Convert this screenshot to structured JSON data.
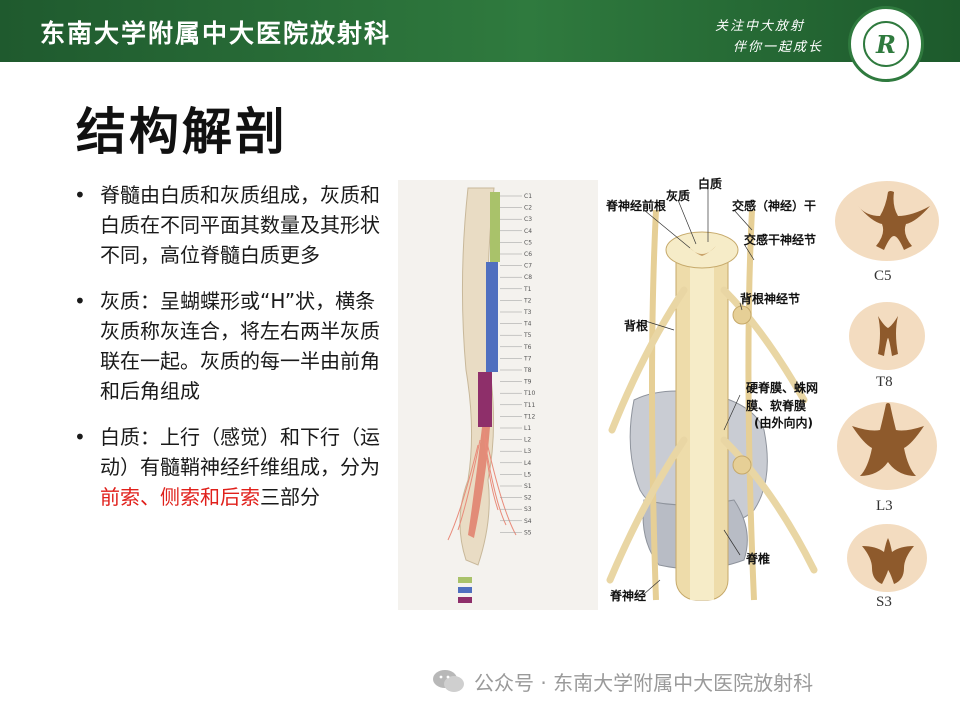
{
  "header": {
    "org_title": "东南大学附属中大医院放射科",
    "slogan_line1": "关注中大放射",
    "slogan_line2": "伴你一起成长",
    "logo_glyph": "R"
  },
  "slide": {
    "title": "结构解剖",
    "bullets": [
      {
        "dot": "•",
        "text": "脊髓由白质和灰质组成，灰质和白质在不同平面其数量及其形状不同，高位脊髓白质更多"
      },
      {
        "dot": "•",
        "text": "灰质：呈蝴蝶形或“H”状，横条灰质称灰连合，将左右两半灰质联在一起。灰质的每一半由前角和后角组成"
      },
      {
        "dot": "•",
        "text_before": "白质：上行（感觉）和下行（运动）有髓鞘神经纤维组成，分为",
        "text_red": "前索、侧索和后索",
        "text_after": "三部分"
      }
    ]
  },
  "figure_center": {
    "labels": [
      "脊神经前根",
      "灰质",
      "白质",
      "交感（神经）干",
      "交感干神经节",
      "背根神经节",
      "背根",
      "硬脊膜、蛛网",
      "膜、软脊膜",
      "(由外向内)",
      "脊椎",
      "脊神经"
    ]
  },
  "figure_left": {
    "tick_labels": [
      "C1",
      "C2",
      "C3",
      "C4",
      "C5",
      "C6",
      "C7",
      "C8",
      "T1",
      "T2",
      "T3",
      "T4",
      "T5",
      "T6",
      "T7",
      "T8",
      "T9",
      "T10",
      "T11",
      "T12",
      "L1",
      "L2",
      "L3",
      "L4",
      "L5",
      "S1",
      "S2",
      "S3",
      "S4",
      "S5"
    ]
  },
  "figure_right": {
    "captions": [
      "C5",
      "T8",
      "L3",
      "S3"
    ]
  },
  "footer": {
    "text": "公众号 · 东南大学附属中大医院放射科"
  },
  "colors": {
    "header_green": "#2f7a3e",
    "accent_red": "#e0201b",
    "cervical": "#a9c26a",
    "thoracic": "#4f6fbf",
    "lumbar": "#8e2f6a"
  }
}
